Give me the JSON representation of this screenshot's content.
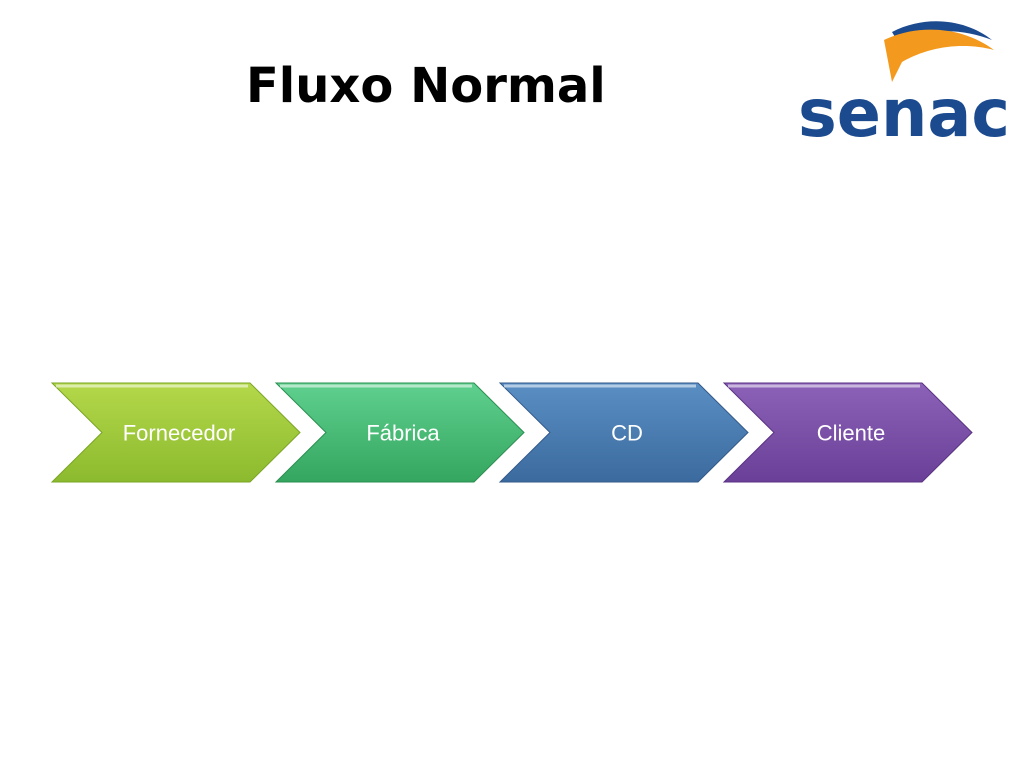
{
  "slide": {
    "title": "Fluxo Normal"
  },
  "logo": {
    "text": "senac",
    "colors": {
      "text": "#1b4a8f",
      "arc_orange": "#f39a1e",
      "arc_blue": "#1b4a8f"
    }
  },
  "flow": {
    "steps": [
      {
        "label": "Fornecedor",
        "color_top": "#b4d84a",
        "color_bottom": "#8cba2e",
        "edge": "#7aa524"
      },
      {
        "label": "Fábrica",
        "color_top": "#5fd08f",
        "color_bottom": "#34a65f",
        "edge": "#2a8e50"
      },
      {
        "label": "CD",
        "color_top": "#5a8fc4",
        "color_bottom": "#3b6a9e",
        "edge": "#33598a"
      },
      {
        "label": "Cliente",
        "color_top": "#8c62b8",
        "color_bottom": "#6a3f97",
        "edge": "#5a3383"
      }
    ]
  }
}
